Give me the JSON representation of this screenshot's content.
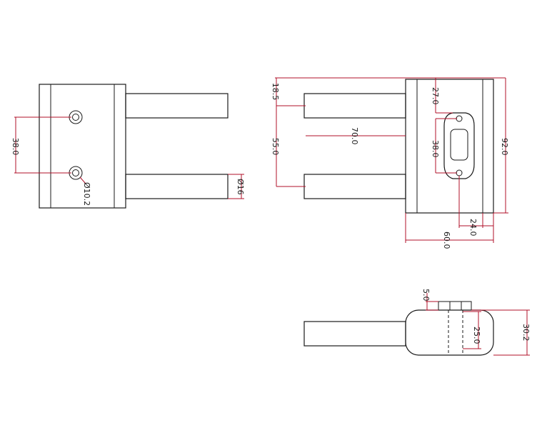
{
  "drawing": {
    "line_color": "#1a1a1a",
    "dimension_color": "#b0102a",
    "dimensions": {
      "side_hole_spacing": "38.0",
      "side_hole_dia": "Ø10.2",
      "side_rod_dia": "Ø16",
      "top_offset": "18.5",
      "rod_spacing": "55.0",
      "rod_length": "70.0",
      "flange_top": "27.0",
      "flange_holes": "38.0",
      "overall_height": "92.0",
      "right_offset": "24.0",
      "overall_width": "60.0",
      "boss_height": "5.0",
      "inner_height": "25.0",
      "total_height": "30.2"
    }
  }
}
